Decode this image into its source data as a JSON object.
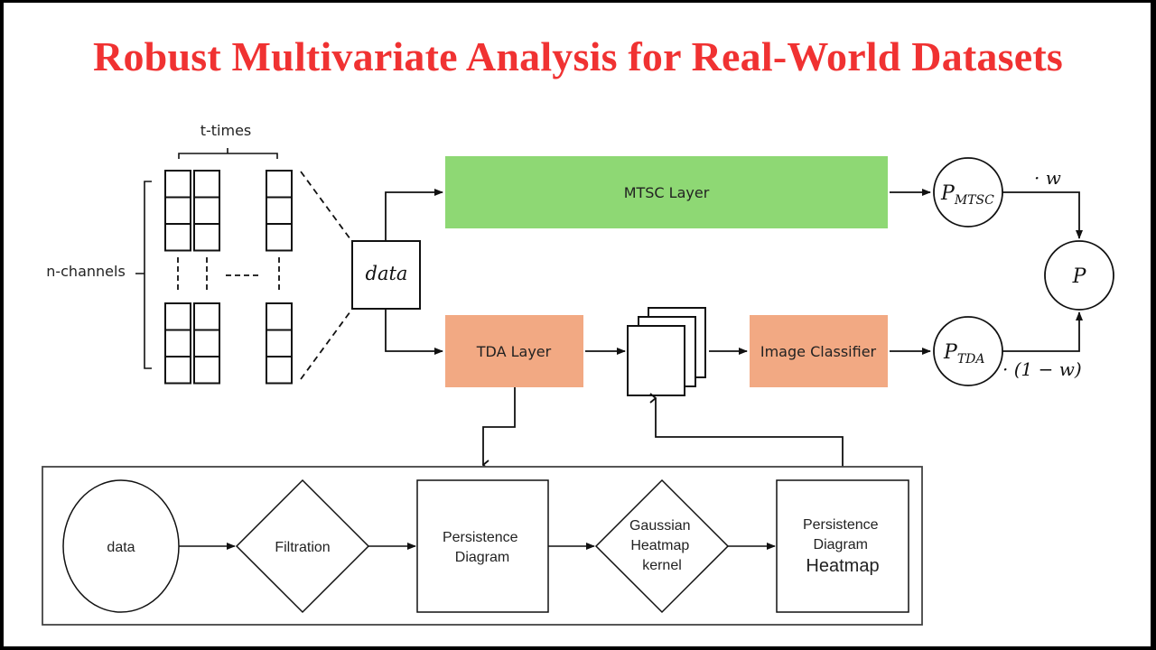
{
  "title": "Robust Multivariate Analysis for Real-World Datasets",
  "colors": {
    "title": "#f03232",
    "mtsc_fill": "#8ed874",
    "tda_fill": "#f2a983",
    "classifier_fill": "#f2a983",
    "stroke": "#111111"
  },
  "input_grid": {
    "time_label": "t-times",
    "channel_label": "n-channels"
  },
  "nodes": {
    "data_box": "data",
    "mtsc_layer": "MTSC Layer",
    "tda_layer": "TDA Layer",
    "image_classifier": "Image Classifier",
    "p_mtsc": {
      "base": "P",
      "sub": "MTSC"
    },
    "p_tda": {
      "base": "P",
      "sub": "TDA"
    },
    "p_out": "P",
    "weight_mtsc": "· w",
    "weight_tda": "· (1 − w)"
  },
  "tda_pipeline": {
    "data_node": "data",
    "filtration": "Filtration",
    "persistence_diagram": [
      "Persistence",
      "Diagram"
    ],
    "gaussian_kernel": [
      "Gaussian",
      "Heatmap",
      "kernel"
    ],
    "pd_heatmap": [
      "Persistence",
      "Diagram",
      "Heatmap"
    ]
  }
}
